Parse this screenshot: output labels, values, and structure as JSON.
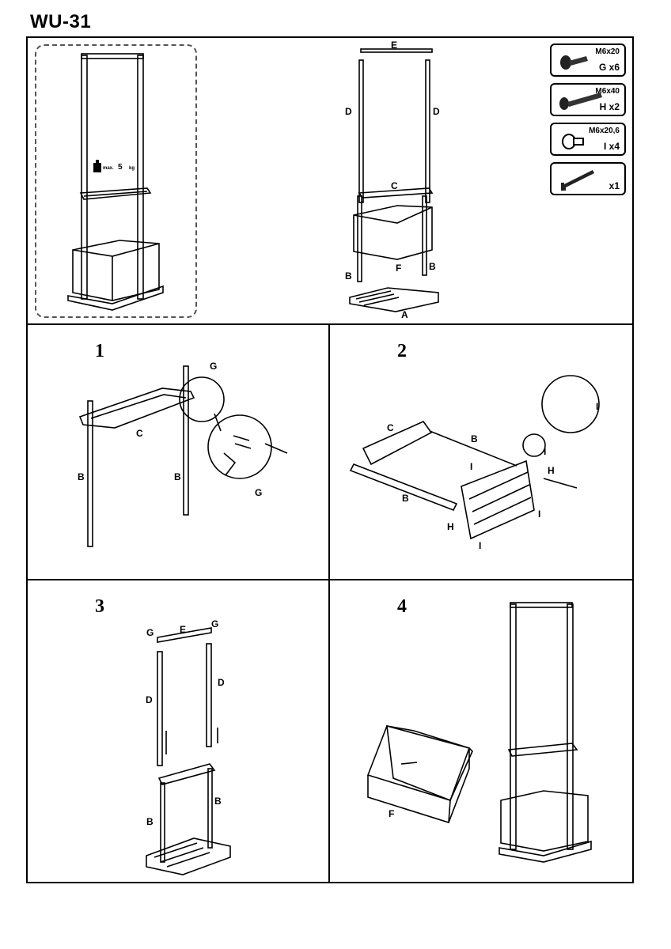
{
  "header": {
    "title": "WU-31"
  },
  "overview": {
    "load_label": "max.",
    "load_value": "5",
    "load_unit": "kg",
    "parts": {
      "A": "A",
      "B": "B",
      "C": "C",
      "D": "D",
      "E": "E",
      "F": "F"
    }
  },
  "hardware": [
    {
      "code": "M6x20",
      "letter": "G",
      "qty": "x6",
      "icon": "screw-short-icon"
    },
    {
      "code": "M6x40",
      "letter": "H",
      "qty": "x2",
      "icon": "screw-long-icon"
    },
    {
      "code": "M6x20,6",
      "letter": "I",
      "qty": "x4",
      "icon": "cap-bolt-icon"
    },
    {
      "code": "",
      "letter": "",
      "qty": "x1",
      "icon": "allen-key-icon"
    }
  ],
  "steps": [
    {
      "number": "1",
      "labels": {
        "G": "G",
        "C": "C",
        "B": "B"
      }
    },
    {
      "number": "2",
      "labels": {
        "C": "C",
        "B": "B",
        "I": "I",
        "H": "H"
      }
    },
    {
      "number": "3",
      "labels": {
        "G": "G",
        "E": "E",
        "D": "D",
        "B": "B"
      }
    },
    {
      "number": "4",
      "labels": {
        "F": "F"
      }
    }
  ]
}
